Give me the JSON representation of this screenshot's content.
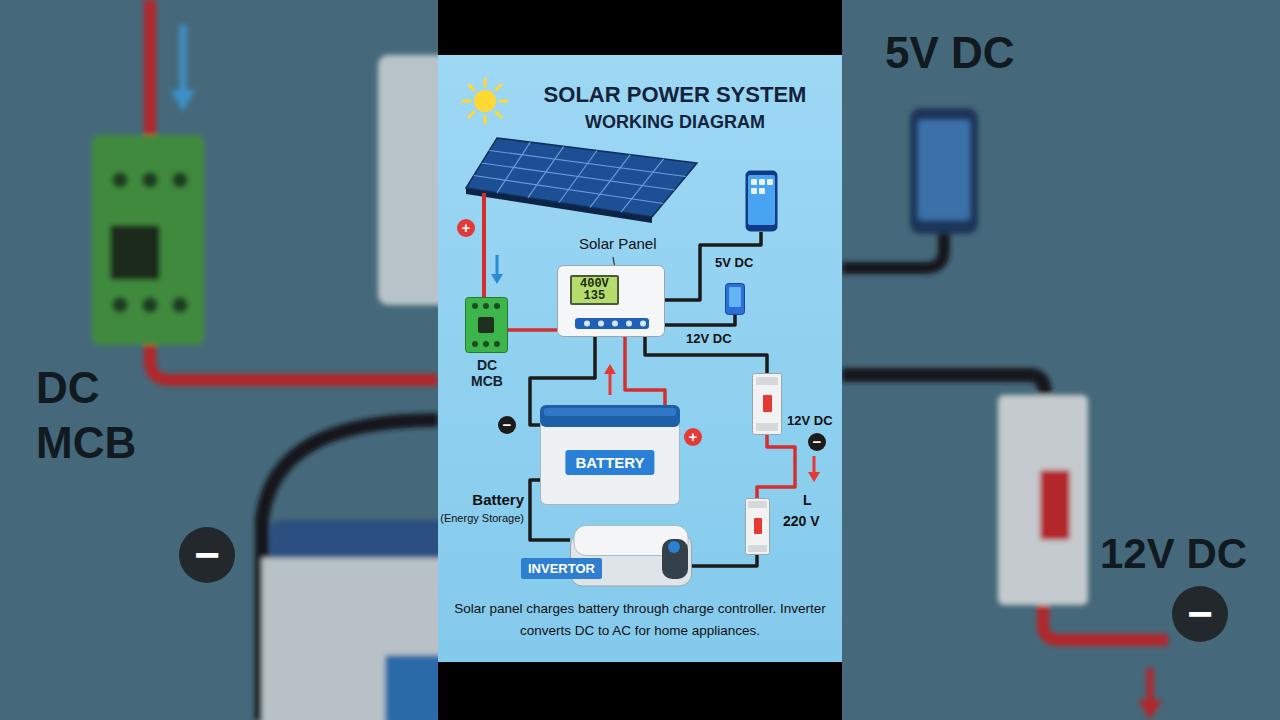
{
  "diagram": {
    "title": "SOLAR POWER SYSTEM",
    "caption": "Solar panel charges battery through charge controller. Inverter converts DC to AC for home appliances.",
    "nodes": [
      {
        "text": [
          "DC MCB"
        ]
      },
      {
        "text": [
          "Solar Panel",
          "400V",
          "135"
        ]
      },
      {
        "text": [
          "5V DC"
        ]
      },
      {
        "text": [
          "12V DC"
        ]
      },
      {
        "text": [
          "12V DC"
        ]
      },
      {
        "text": [
          "BATTERY",
          "Battery",
          "(Energy Storage)"
        ]
      },
      {
        "text": [
          "INVERTOR"
        ]
      },
      {
        "text": [
          "L",
          "220 V"
        ]
      }
    ],
    "edges": [
      {
        "from": 0,
        "to": 1,
        "arrow": "none"
      },
      {
        "from": 1,
        "to": 5,
        "arrow": "none"
      },
      {
        "from": 5,
        "to": 1,
        "arrow": "none"
      },
      {
        "from": 1,
        "to": 2,
        "arrow": "none"
      },
      {
        "from": 1,
        "to": 3,
        "arrow": "none"
      },
      {
        "from": 1,
        "to": 4,
        "arrow": "none"
      },
      {
        "from": 4,
        "to": 7,
        "arrow": "none"
      },
      {
        "from": 7,
        "to": 6,
        "arrow": "none"
      },
      {
        "from": 5,
        "to": 6,
        "arrow": "none"
      }
    ],
    "labels": [
      "WORKING DIAGRAM",
      "+",
      "−",
      "+",
      "−",
      "DC MCB",
      "5V DC",
      "12V DC",
      "−",
      "−"
    ]
  }
}
